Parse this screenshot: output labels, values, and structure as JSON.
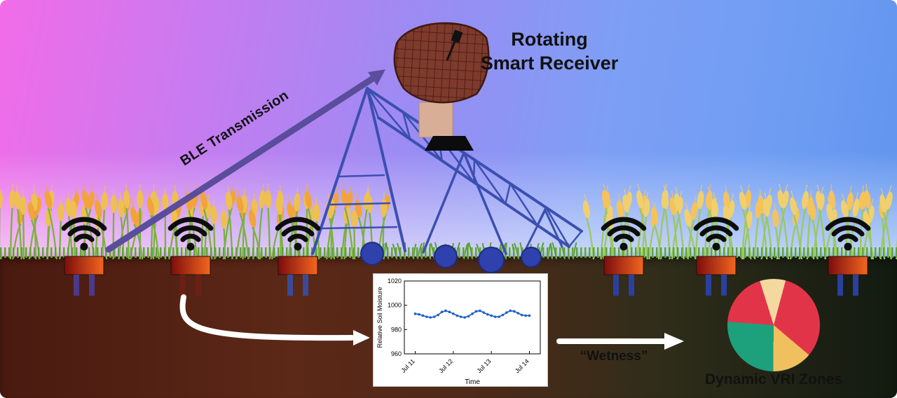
{
  "labels": {
    "receiver_line1": "Rotating",
    "receiver_line2": "Smart Receiver",
    "ble_transmission": "BLE Transmission",
    "wetness": "“Wetness”",
    "vri_zones": "Dynamic VRI Zones"
  },
  "sensors": {
    "count": 6,
    "icon": "wifi-icon"
  },
  "colors": {
    "ble_arrow": "#5a4d9b",
    "flow_arrow": "#ffffff",
    "wifi_icon": "#0d0d0d",
    "sensor_box_gradient": [
      "#7c0d0d",
      "#f4661e"
    ],
    "machine_blue": "#3b4fb0",
    "sky_left": "#f26ce8",
    "sky_right": "#5f93ee",
    "soil_left": "#4a1a10",
    "soil_right": "#121a10"
  },
  "chart_data": [
    {
      "type": "line",
      "panel": "soil-moisture-inset",
      "xlabel": "Time",
      "ylabel": "Relative Soil Moisture",
      "ylim": [
        960,
        1020
      ],
      "yticks": [
        960,
        980,
        1000,
        1020
      ],
      "xtick_labels": [
        "Jul 11",
        "Jul 12",
        "Jul 13",
        "Jul 14"
      ],
      "x_range_days": [
        0,
        3
      ],
      "values": [
        993,
        992.5,
        991.5,
        990.5,
        990,
        990.5,
        992,
        994.5,
        995.5,
        994.5,
        993,
        991.5,
        990.5,
        990,
        991,
        993,
        995,
        995.5,
        994,
        992.5,
        991.5,
        990.5,
        990.5,
        992,
        994,
        995.5,
        995,
        993.5,
        992,
        991.5,
        991.5
      ],
      "line_color": "#1a5fc8",
      "marker": "dot",
      "grid": false
    },
    {
      "type": "pie",
      "panel": "vri-zones",
      "title": "Dynamic VRI Zones",
      "legend": "none",
      "start_angle_deg": 15,
      "slices": [
        {
          "percent": 32,
          "color": "#e23448"
        },
        {
          "percent": 14,
          "color": "#f0c05e"
        },
        {
          "percent": 26,
          "color": "#1da07c"
        },
        {
          "percent": 19,
          "color": "#e23448"
        },
        {
          "percent": 9,
          "color": "#f3d8a0"
        }
      ]
    }
  ]
}
